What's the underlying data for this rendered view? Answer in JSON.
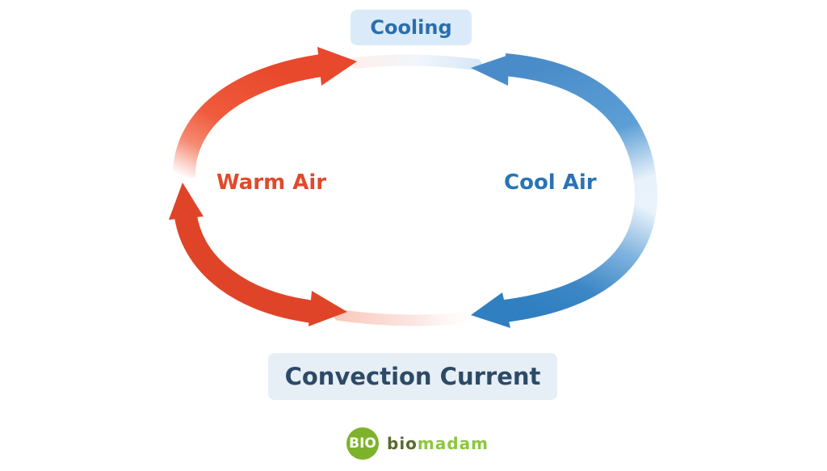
{
  "diagram": {
    "title": "Convection Current",
    "top_label": "Cooling",
    "left_label": "Warm Air",
    "right_label": "Cool Air",
    "colors": {
      "warm": "#e04a2c",
      "warm_light": "#f26244",
      "cool": "#2f7fc1",
      "cool_light": "#5d9ed4",
      "cooling_bg": "#dbeaf8",
      "cooling_text": "#2a6fae",
      "title_bg": "#e6eef6",
      "title_text": "#2d4a66"
    },
    "arrows": [
      {
        "name": "warm-rising-arrow",
        "direction": "up-right toward Cooling"
      },
      {
        "name": "warm-bottom-double-arrow",
        "direction": "up and right (bidirectional)"
      },
      {
        "name": "cool-top-arrow",
        "direction": "left toward Cooling"
      },
      {
        "name": "cool-bottom-arrow",
        "direction": "down-left toward bottom"
      }
    ]
  },
  "logo": {
    "badge": "BIO",
    "text_part1": "bio",
    "text_part2": "madam"
  }
}
